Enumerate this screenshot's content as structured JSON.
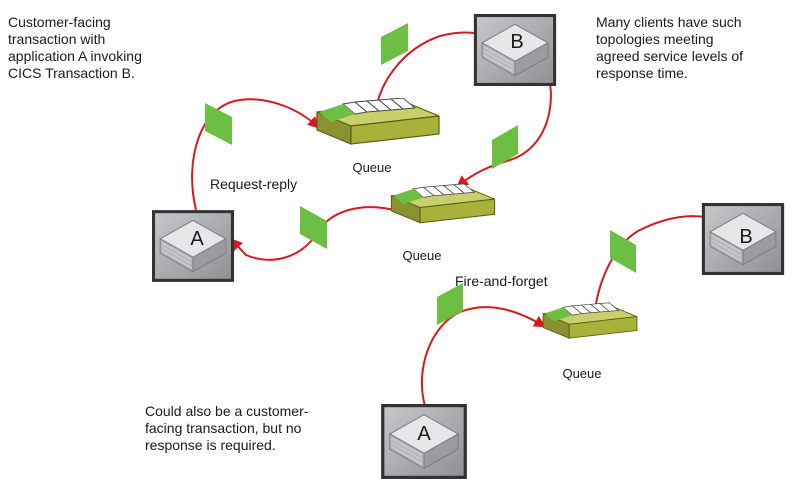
{
  "notes": {
    "top_left": "Customer-facing\ntransaction with\napplication A invoking\nCICS Transaction B.",
    "top_right": "Many clients have such\ntopologies meeting\nagreed service levels of\nresponse time.",
    "bottom_left": "Could also be a customer-\nfacing transaction, but no\nresponse is required."
  },
  "labels": {
    "request_reply": "Request-reply",
    "fire_and_forget": "Fire-and-forget"
  },
  "servers": {
    "a_request": "A",
    "b_request": "B",
    "a_fire": "A",
    "b_fire": "B"
  },
  "queues": {
    "upper": "Queue",
    "middle": "Queue",
    "fire": "Queue"
  },
  "colors": {
    "arrow": "#d71920",
    "message": "#6cbf43",
    "queue_fill": "#a8b23a",
    "server_fill": "#a7a9ac",
    "server_border": "#333333"
  }
}
